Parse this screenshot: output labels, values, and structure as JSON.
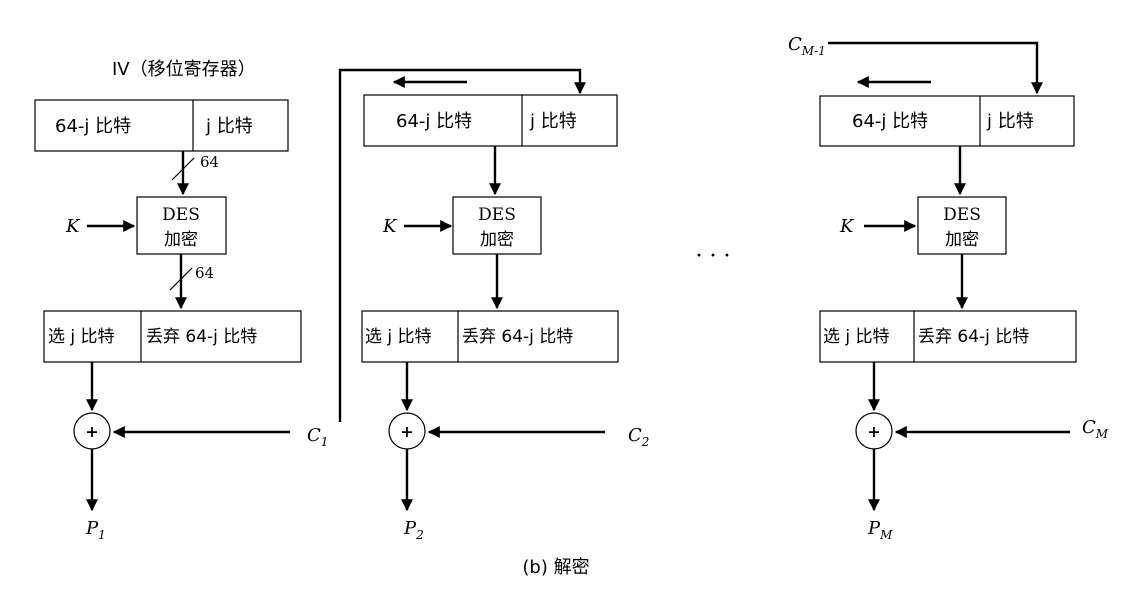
{
  "caption": "(b) 解密",
  "shift_register_label": "IV（移位寄存器）",
  "register_left_label": "64-j 比特",
  "register_right_label": "j 比特",
  "des_line1": "DES",
  "des_line2": "加密",
  "select_left_label": "选 j 比特",
  "select_right_label": "丢弃 64-j 比特",
  "bit_width_top": "64",
  "bit_width_bottom": "64",
  "key_label": "K",
  "xor_symbol": "+",
  "ellipsis": "· · ·",
  "stages": [
    {
      "cipher_in": "C",
      "cipher_in_sub": "1",
      "plain_out": "P",
      "plain_out_sub": "1"
    },
    {
      "cipher_in": "C",
      "cipher_in_sub": "2",
      "plain_out": "P",
      "plain_out_sub": "2"
    },
    {
      "cipher_in": "C",
      "cipher_in_sub": "M",
      "plain_out": "P",
      "plain_out_sub": "M"
    }
  ],
  "feedback_label": "C",
  "feedback_label_sub": "M-1"
}
